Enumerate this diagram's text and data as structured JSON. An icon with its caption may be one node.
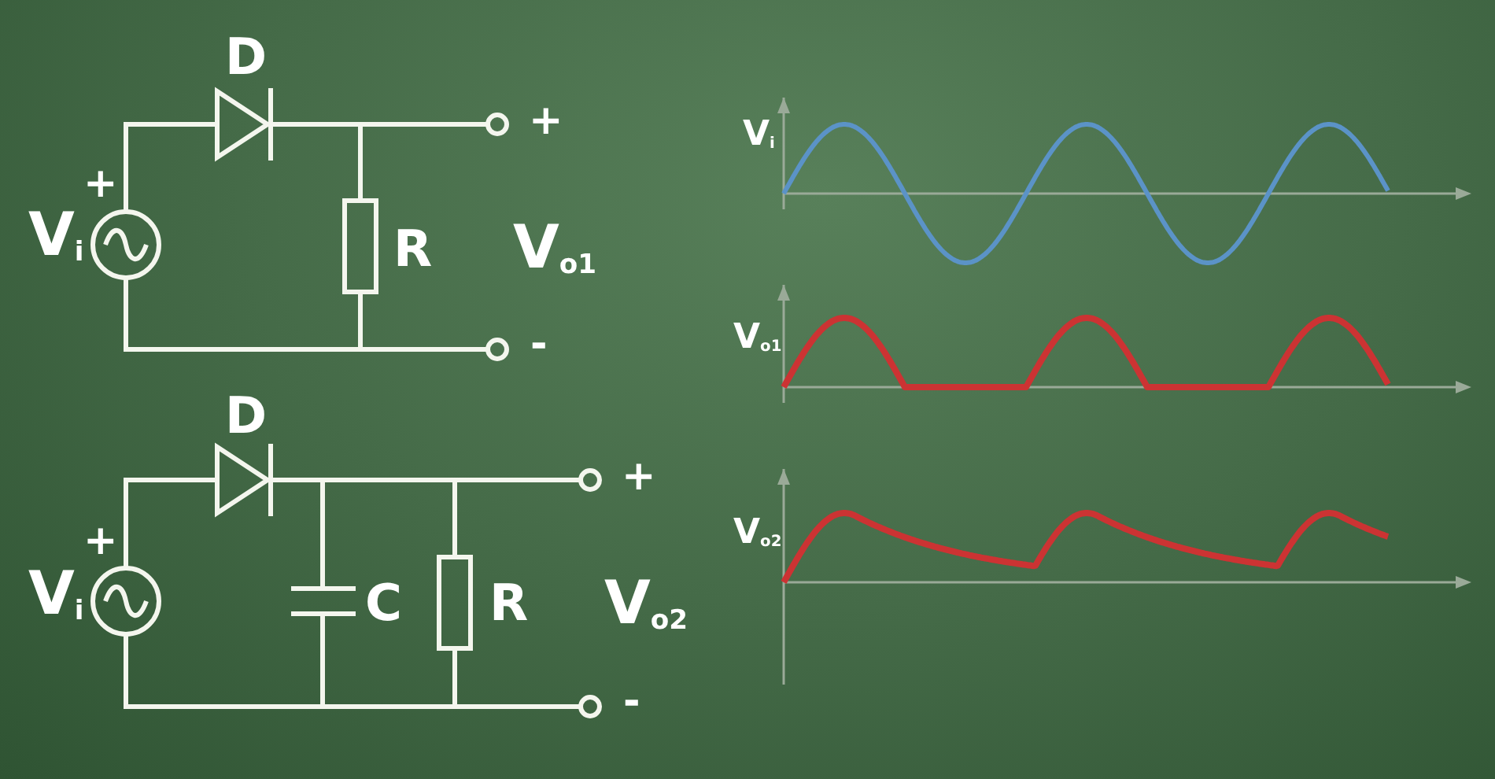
{
  "diagram": {
    "labels": [
      "D",
      "+",
      "V$_{i}$",
      "R",
      "+",
      "V$_{o1}$",
      "-",
      "D",
      "+",
      "V$_{i}$",
      "C",
      "R",
      "+",
      "V$_{o2}$",
      "-",
      "V$_{i}$",
      "V$_{o1}$",
      "V$_{o2}$"
    ]
  }
}
